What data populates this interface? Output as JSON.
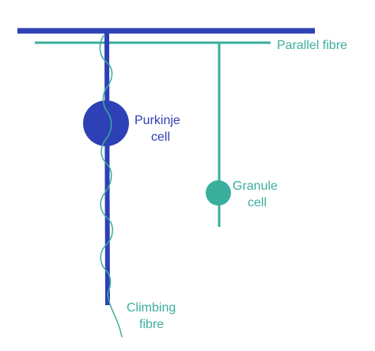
{
  "labels": {
    "parallel_fibre": "Parallel fibre",
    "purkinje_line1": "Purkinje",
    "purkinje_line2": "cell",
    "granule_line1": "Granule",
    "granule_line2": "cell",
    "climbing_line1": "Climbing",
    "climbing_line2": "fibre"
  },
  "colors": {
    "purkinje": "#2E40B5",
    "teal": "#3AAE9C",
    "background": "#ffffff"
  }
}
